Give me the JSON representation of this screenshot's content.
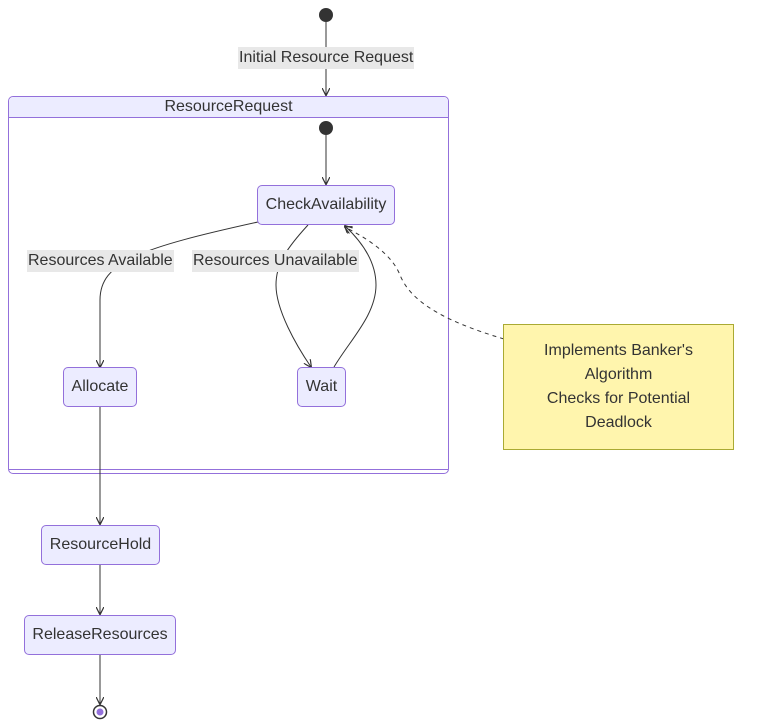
{
  "diagram": {
    "composite": {
      "title": "ResourceRequest"
    },
    "states": {
      "check": "CheckAvailability",
      "allocate": "Allocate",
      "wait": "Wait",
      "hold": "ResourceHold",
      "release": "ReleaseResources"
    },
    "transitions": {
      "initial": "Initial Resource Request",
      "available": "Resources Available",
      "unavailable": "Resources Unavailable"
    },
    "note": {
      "lines": [
        "Implements Banker's",
        "Algorithm",
        "Checks for Potential",
        "Deadlock"
      ]
    }
  },
  "colors": {
    "state_fill": "#ECECFF",
    "state_border": "#9370DB",
    "note_fill": "#fff5ad",
    "note_border": "#aaaa33",
    "edge": "#333333",
    "label_bg": "#e8e8e8"
  }
}
